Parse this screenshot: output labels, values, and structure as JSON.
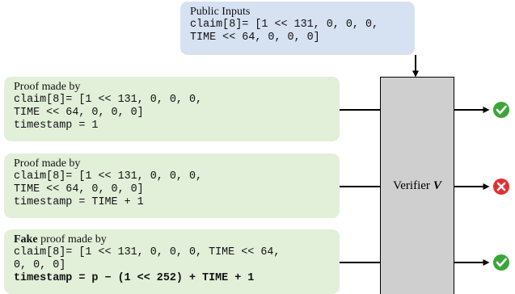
{
  "public_inputs": {
    "title": "Public Inputs",
    "line1": "claim[8]= [1 << 131, 0, 0, 0,",
    "line2": "TIME << 64, 0, 0, 0]"
  },
  "proofs": [
    {
      "title": "Proof made by",
      "line1": "claim[8]= [1 << 131, 0, 0, 0,",
      "line2": "TIME << 64, 0, 0, 0]",
      "line3": "timestamp = 1",
      "result": "accept"
    },
    {
      "title": "Proof made by",
      "line1": "claim[8]= [1 << 131, 0, 0, 0,",
      "line2": "TIME << 64, 0, 0, 0]",
      "line3": "timestamp = TIME + 1",
      "result": "reject"
    },
    {
      "title_bold": "Fake",
      "title": " proof made by",
      "line1": "claim[8]= [1 << 131, 0, 0, 0, TIME << 64,",
      "line2": "0, 0, 0]",
      "line3": "timestamp = p − (1 << 252) + TIME + 1",
      "result": "accept"
    }
  ],
  "verifier": {
    "label": "Verifier",
    "symbol": "V"
  },
  "colors": {
    "public_box": "#d6e1f2",
    "proof_box": "#e2efd9",
    "verifier_box": "#cfcfcf",
    "accept": "#3aa63a",
    "reject": "#e03131"
  },
  "icons": {
    "accept": "check-circle-icon",
    "reject": "cross-circle-icon"
  }
}
